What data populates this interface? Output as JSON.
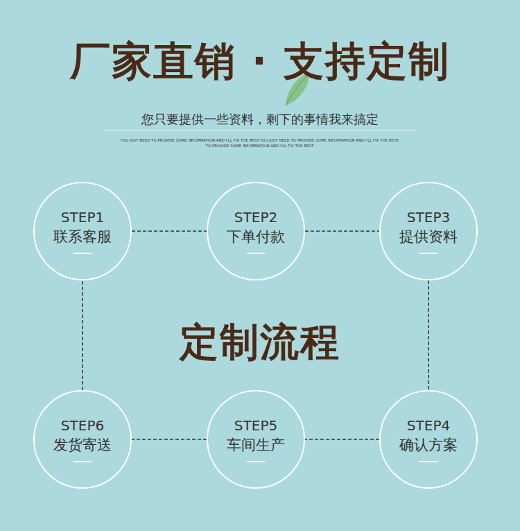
{
  "diagram": {
    "title": "厂家直销 · 支持定制",
    "nodes": [
      {
        "text": [
          "STEP1",
          "联系客服"
        ]
      },
      {
        "text": [
          "STEP2",
          "下单付款"
        ]
      },
      {
        "text": [
          "STEP3",
          "提供资料"
        ]
      },
      {
        "text": [
          "STEP4",
          "确认方案"
        ]
      },
      {
        "text": [
          "STEP5",
          "车间生产"
        ]
      },
      {
        "text": [
          "STEP6",
          "发货寄送"
        ]
      }
    ],
    "edges": [
      {
        "from": 0,
        "to": 1,
        "arrow": "none"
      },
      {
        "from": 1,
        "to": 2,
        "arrow": "none"
      },
      {
        "from": 2,
        "to": 3,
        "arrow": "none"
      },
      {
        "from": 3,
        "to": 4,
        "arrow": "none"
      },
      {
        "from": 4,
        "to": 5,
        "arrow": "none"
      },
      {
        "from": 5,
        "to": 0,
        "arrow": "none"
      }
    ],
    "labels": [
      "您只要提供一些资料，剩下的事情我来搞定",
      "YOU JUST NEED TO PROVIDE SOME INFORMATION AND I'LL FIX THE REST.YOU JUST NEED TO PROVIDE SOME INFORMATION AND I'LL FIX THE REST.",
      "TO PROVIDE SOME INFORMATION AND I'LL FIX THE REST.",
      "定制流程"
    ]
  }
}
